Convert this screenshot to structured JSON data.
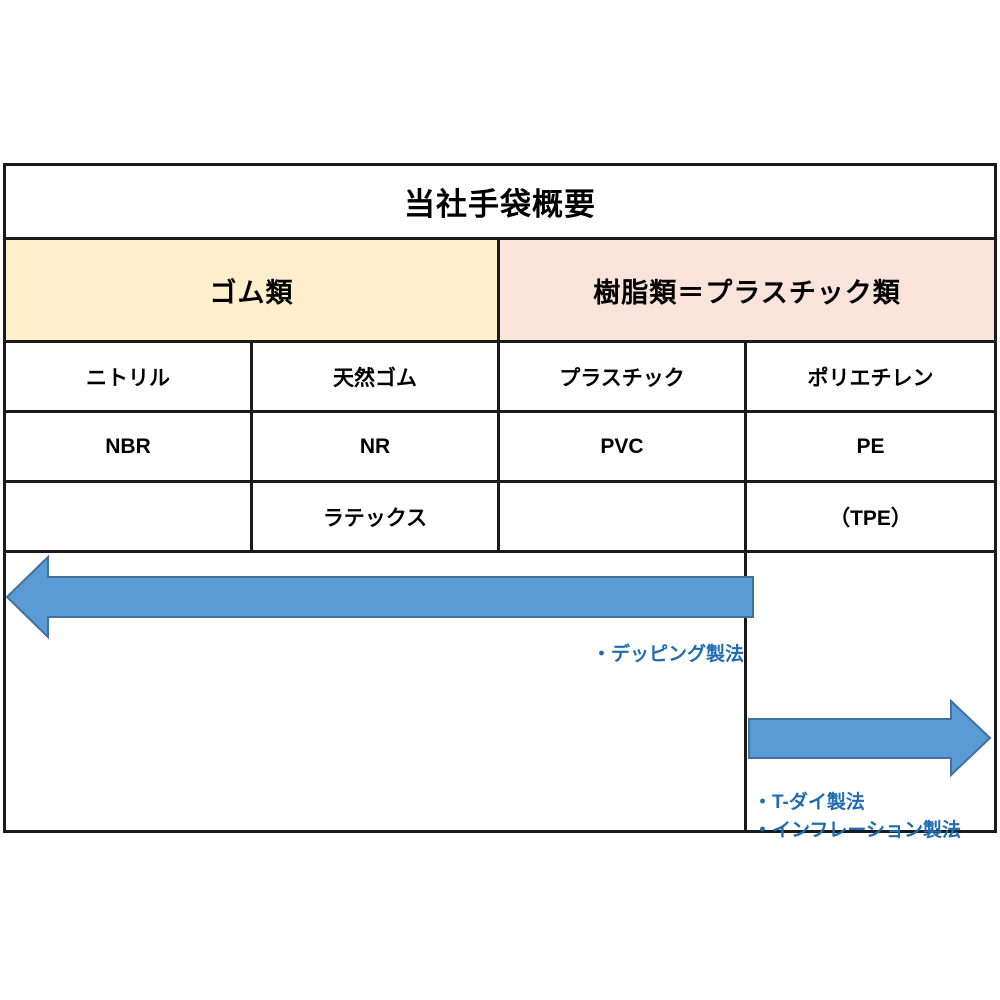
{
  "page": {
    "background": "#ffffff",
    "title": "当社手袋概要"
  },
  "colors": {
    "border": "#1a1a1a",
    "rubber_group_bg": "#FDEFCC",
    "resin_group_bg": "#FAE3DA",
    "arrow_fill": "#5B9BD5",
    "arrow_stroke": "#41719C",
    "annotation_text": "#1F6CB0"
  },
  "table": {
    "title": "当社手袋概要",
    "groups": [
      {
        "label": "ゴム類",
        "bg": "#FDEFCC"
      },
      {
        "label": "樹脂類＝プラスチック類",
        "bg": "#FAE3DA"
      }
    ],
    "rows": [
      {
        "name": "material-name-row",
        "cells": [
          "ニトリル",
          "天然ゴム",
          "プラスチック",
          "ポリエチレン"
        ]
      },
      {
        "name": "abbreviation-row",
        "cells": [
          "NBR",
          "NR",
          "PVC",
          "PE"
        ]
      },
      {
        "name": "secondary-row",
        "cells": [
          "",
          "ラテックス",
          "",
          "（TPE）"
        ]
      }
    ]
  },
  "process": {
    "left_arrow": {
      "name": "dipping-process-arrow",
      "direction": "left",
      "fill": "#5B9BD5"
    },
    "right_arrow": {
      "name": "extrusion-process-arrow",
      "direction": "right",
      "fill": "#5B9BD5"
    },
    "annotations": {
      "dipping": "・デッピング製法",
      "t_die": "・T-ダイ製法",
      "inflation": "・インフレーション製法"
    }
  }
}
